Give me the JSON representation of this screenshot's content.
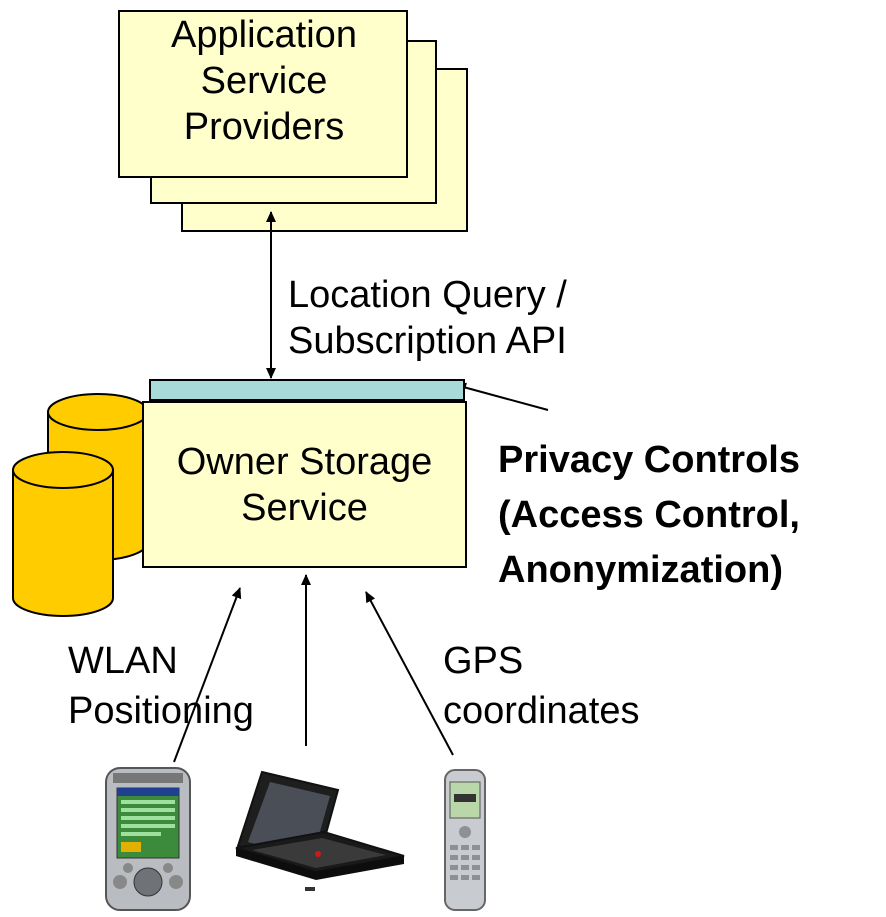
{
  "providers": {
    "label": "Application Service Providers"
  },
  "api": {
    "label": "Location Query / Subscription API"
  },
  "storage": {
    "label": "Owner Storage Service"
  },
  "privacy": {
    "line1": "Privacy Controls",
    "line2": "(Access Control,",
    "line3": "Anonymization)"
  },
  "inputs": {
    "wlan": "WLAN Positioning",
    "gps": "GPS coordinates"
  },
  "devices": [
    "pda-icon",
    "laptop-icon",
    "phone-icon"
  ],
  "colors": {
    "box_fill": "#ffffcc",
    "api_bar": "#a8dada",
    "database": "#ffcc00"
  }
}
